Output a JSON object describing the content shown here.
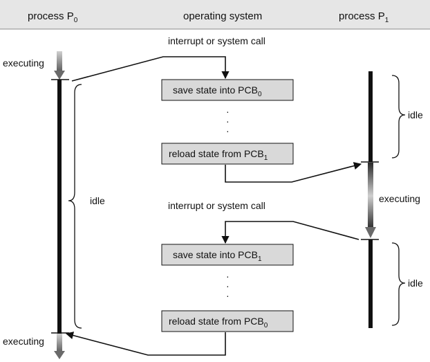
{
  "header": {
    "p0_label": "process P",
    "p0_sub": "0",
    "os_label": "operating system",
    "p1_label": "process P",
    "p1_sub": "1"
  },
  "labels": {
    "interrupt_top": "interrupt or system call",
    "interrupt_mid": "interrupt or system call",
    "executing_p0_top": "executing",
    "executing_p0_bottom": "executing",
    "executing_p1": "executing",
    "idle_p0": "idle",
    "idle_p1_top": "idle",
    "idle_p1_bottom": "idle",
    "ellipsis": "·"
  },
  "boxes": {
    "save_pcb0": {
      "text": "save state into PCB",
      "sub": "0"
    },
    "reload_pcb1": {
      "text": "reload state from PCB",
      "sub": "1"
    },
    "save_pcb1": {
      "text": "save state into PCB",
      "sub": "1"
    },
    "reload_pcb0": {
      "text": "reload state from PCB",
      "sub": "0"
    }
  },
  "colors": {
    "header_bg": "#e6e6e6",
    "box_fill": "#d9d9d9",
    "line": "#111111"
  }
}
